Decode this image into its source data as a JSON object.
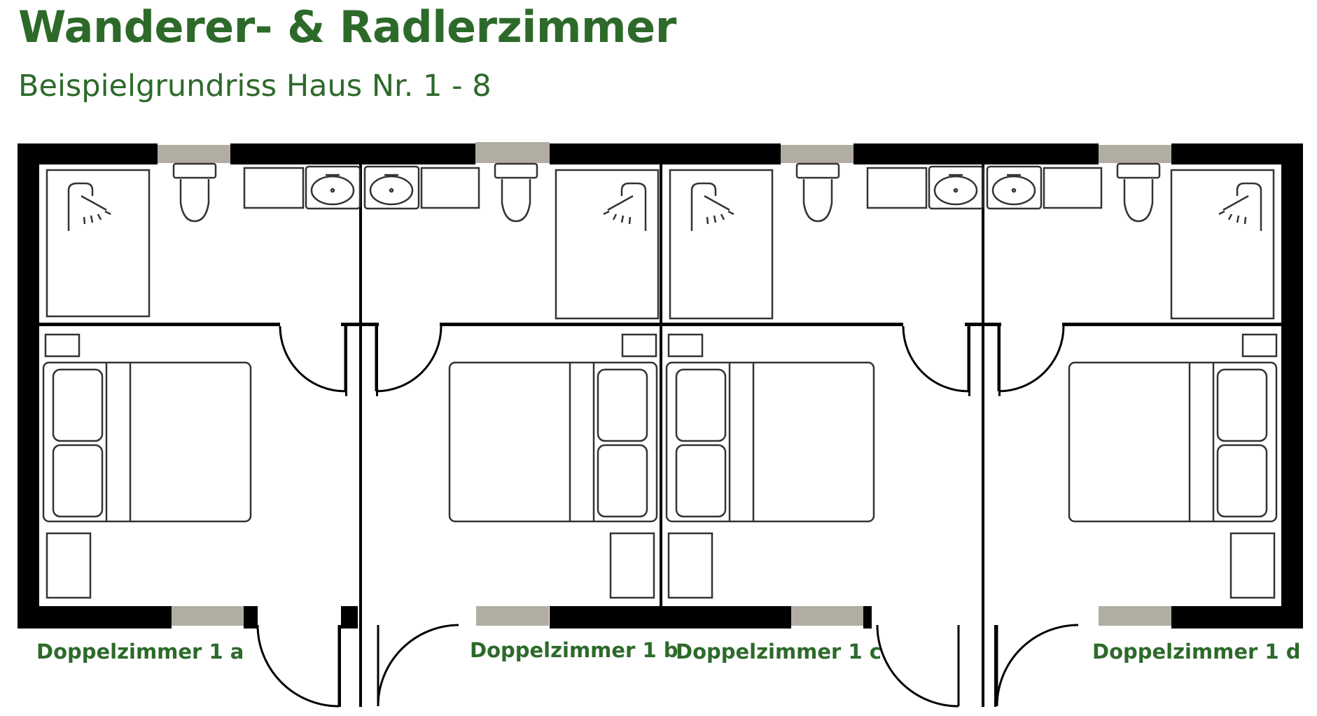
{
  "header": {
    "title": "Wanderer- & Radlerzimmer",
    "subtitle": "Beispielgrundriss Haus Nr. 1 - 8"
  },
  "rooms": [
    {
      "label": "Doppelzimmer 1 a"
    },
    {
      "label": "Doppelzimmer 1 b"
    },
    {
      "label": "Doppelzimmer 1 c"
    },
    {
      "label": "Doppelzimmer 1 d"
    }
  ],
  "colors": {
    "accent": "#2d6a2a",
    "wall": "#000000",
    "window": "#b2ada3",
    "fixture": "#444444"
  },
  "icons": [
    "shower-icon",
    "toilet-icon",
    "sink-icon",
    "bed-icon",
    "door-icon"
  ]
}
